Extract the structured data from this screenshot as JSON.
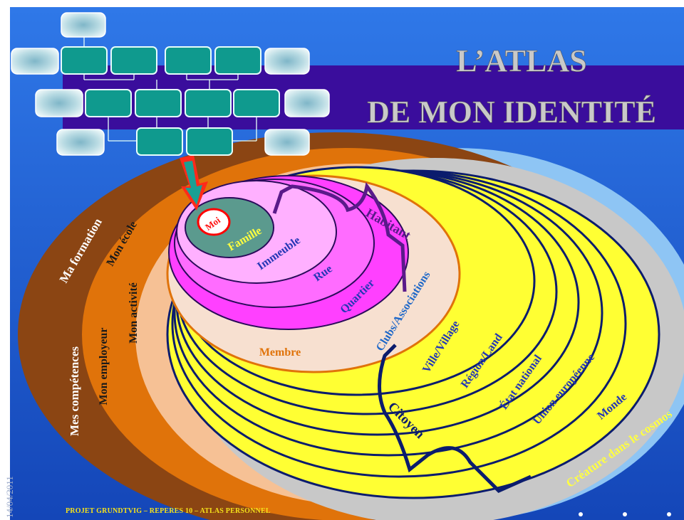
{
  "title": {
    "line1": "L’ATLAS",
    "line2": "DE MON IDENTITÉ"
  },
  "rings": {
    "moi": "Moi",
    "famille": "Famille",
    "immeuble": "Immeuble",
    "rue": "Rue",
    "quartier": "Quartier",
    "habitant": "Habitant",
    "clubs": "Clubs/Associations",
    "membre": "Membre",
    "ville": "Ville/Village",
    "region": "Région/Land",
    "etat": "État national",
    "union": "Union européenne",
    "monde": "Monde",
    "creature": "Créature dans le cosmos",
    "citoyen": "Citoyen"
  },
  "left_bands": {
    "formation": "Ma formation",
    "ecole": "Mon école",
    "activite": "Mon activité",
    "competences": "Mes compétences",
    "employeur": "Mon employeur"
  },
  "footer": "PROJET GRUNDTVIG – REPERES 10 – ATLAS PERSONNEL",
  "date": "14/04/2011",
  "colors": {
    "background": "#1f5fd6",
    "title_band": "#3a0d9c",
    "yellow": "#ffff33",
    "magenta": "#ff40ff",
    "brown": "#8b4513",
    "orange": "#e0730a",
    "peach": "#f6c195",
    "grey": "#c8c8c8",
    "sky": "#8ec5f4"
  }
}
